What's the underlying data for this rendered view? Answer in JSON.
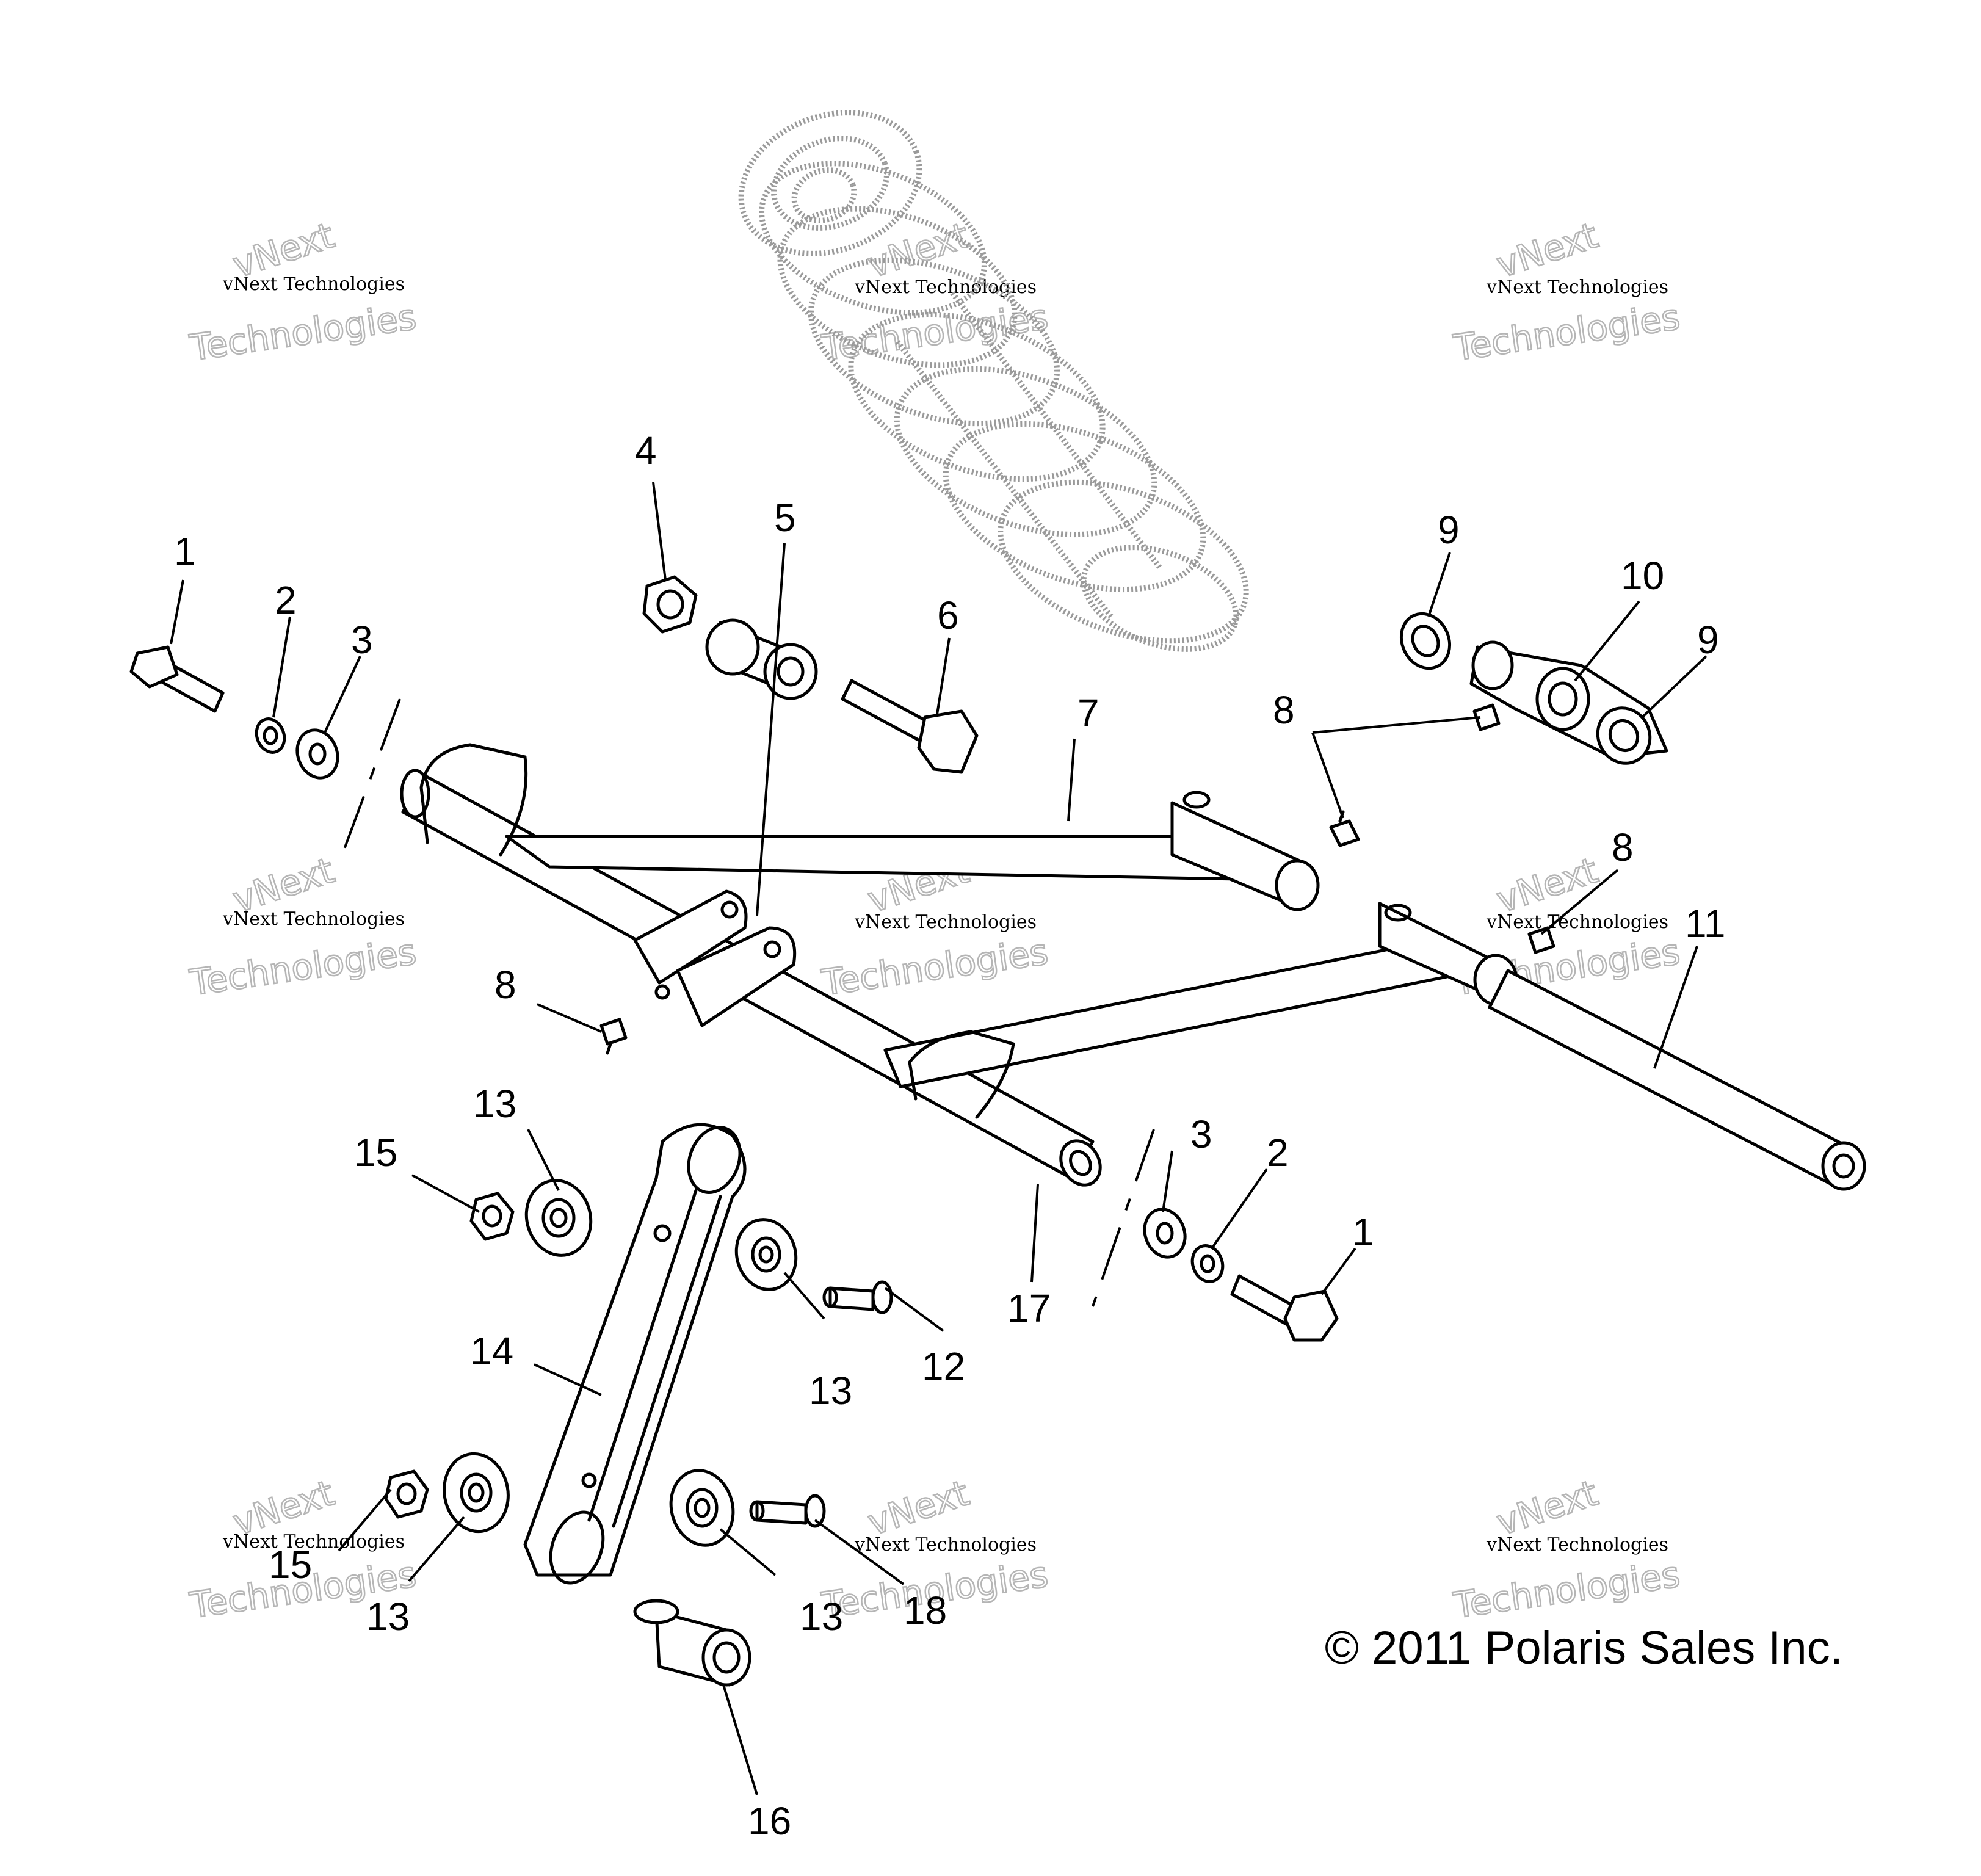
{
  "callouts": [
    "1",
    "2",
    "3",
    "4",
    "5",
    "6",
    "7",
    "8",
    "9",
    "10",
    "11",
    "12",
    "13",
    "14",
    "15",
    "16",
    "17",
    "18"
  ],
  "watermark": {
    "line1": "vNext",
    "line2": "vNext Technologies",
    "line3": "Technologies"
  },
  "copyright": "© 2011 Polaris Sales Inc."
}
